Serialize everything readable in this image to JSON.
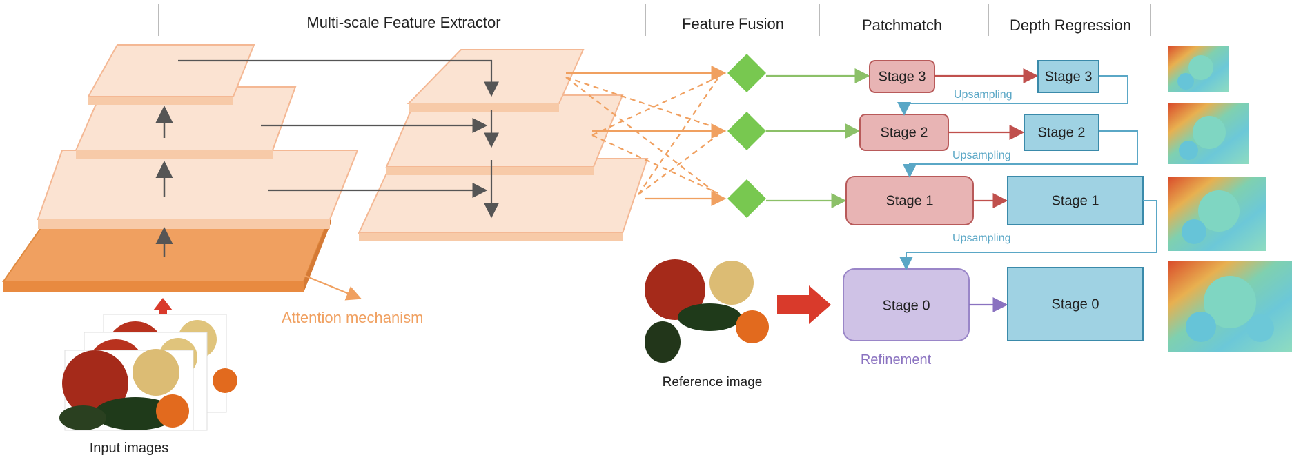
{
  "headers": {
    "extractor": "Multi-scale Feature Extractor",
    "fusion": "Feature Fusion",
    "patchmatch": "Patchmatch",
    "regression": "Depth Regression"
  },
  "labels": {
    "attention": "Attention mechanism",
    "input_images": "Input images",
    "reference_image": "Reference   image",
    "refinement": "Refinement",
    "upsampling_1": "Upsampling",
    "upsampling_2": "Upsampling",
    "upsampling_3": "Upsampling"
  },
  "patchmatch_stages": [
    "Stage 3",
    "Stage 2",
    "Stage 1",
    "Stage 0"
  ],
  "regression_stages": [
    "Stage 3",
    "Stage 2",
    "Stage 1",
    "Stage 0"
  ],
  "colors": {
    "layer_fill": "#fbe3d2",
    "layer_edge": "#f4b894",
    "attention_layer": "#f0a060",
    "orange_arrow": "#f0a060",
    "gray_arrow": "#555555",
    "fusion_diamond": "#78c850",
    "green_arrow": "#8cc068",
    "stage_red_fill": "#e8b4b4",
    "stage_red_edge": "#b85a5a",
    "stage_blue_fill": "#9fd2e3",
    "stage_blue_edge": "#3a8aaa",
    "stage_purple_fill": "#cfc2e6",
    "stage_purple_edge": "#9a86c8",
    "red_arrow": "#c0504d",
    "purple_arrow": "#8a72c0",
    "upsampling": "#5aa7c6",
    "big_red_arrow": "#d93a2b"
  }
}
